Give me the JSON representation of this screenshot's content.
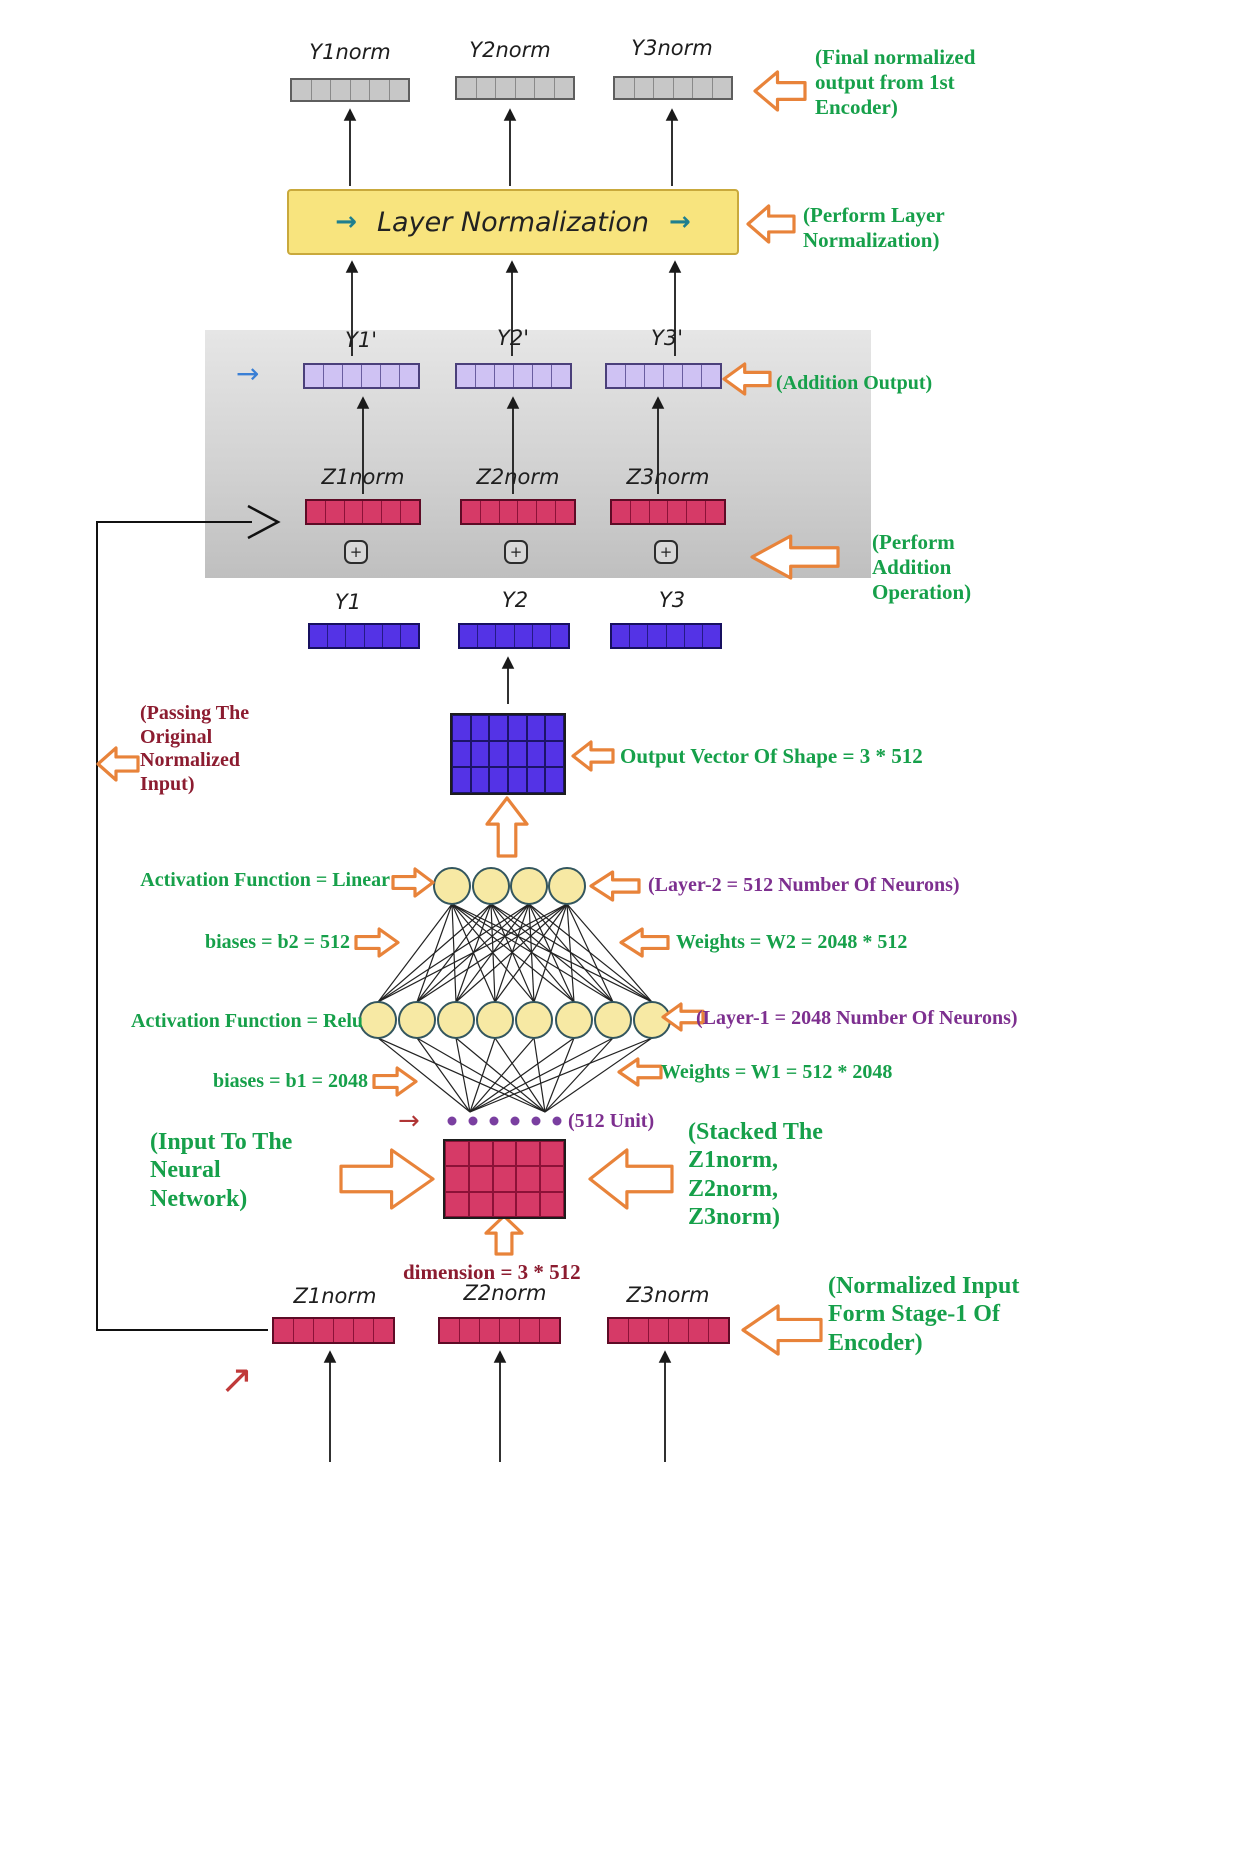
{
  "icons": {
    "flow_arrow": "→",
    "plus": "+",
    "small_arrow": "→",
    "diag_arrow": "↗"
  },
  "colors": {
    "annotation_green": "#16a04a",
    "annotation_purple": "#7d2f8f",
    "annotation_maroon": "#8c1c30",
    "callout_orange": "#e8833a",
    "vector_gray": "#c7c7c7",
    "vector_lilac": "#cfc2f3",
    "vector_crimson": "#d63a67",
    "vector_blue": "#5433e6",
    "neuron_yellow": "#f7e9a4",
    "layer_norm_yellow": "#f8e47e"
  },
  "final_output": {
    "labels": [
      "Y1norm",
      "Y2norm",
      "Y3norm"
    ],
    "annotation": "(Final normalized output from 1st Encoder)"
  },
  "layer_norm": {
    "title": "Layer Normalization",
    "annotation": "(Perform Layer Normalization)"
  },
  "addition_output": {
    "labels": [
      "Y1'",
      "Y2'",
      "Y3'"
    ],
    "annotation": "(Addition Output)"
  },
  "znorm_mid": {
    "labels": [
      "Z1norm",
      "Z2norm",
      "Z3norm"
    ],
    "annotation": "(Perform Addition Operation)"
  },
  "y_output": {
    "labels": [
      "Y1",
      "Y2",
      "Y3"
    ]
  },
  "output_vector": {
    "annotation": "Output Vector Of Shape = 3 * 512"
  },
  "passing_note": "(Passing The Original Normalized Input)",
  "network": {
    "layer2": {
      "activation": "Activation Function = Linear",
      "note": "(Layer-2 = 512 Number Of Neurons)",
      "biases": "biases = b2 = 512",
      "weights": "Weights = W2  = 2048 * 512"
    },
    "layer1": {
      "activation": "Activation Function = Relu",
      "note": "(Layer-1 = 2048 Number Of Neurons)",
      "biases": "biases = b1 = 2048",
      "weights": "Weights = W1  = 512 * 2048"
    },
    "unit_note": "(512 Unit)",
    "input_note": "(Input To The Neural Network)",
    "stacked_note": "(Stacked The Z1norm, Z2norm, Z3norm)",
    "dimension_note": "dimension = 3 * 512"
  },
  "stage1": {
    "labels": [
      "Z1norm",
      "Z2norm",
      "Z3norm"
    ],
    "annotation": "(Normalized Input Form Stage-1 Of Encoder)"
  }
}
